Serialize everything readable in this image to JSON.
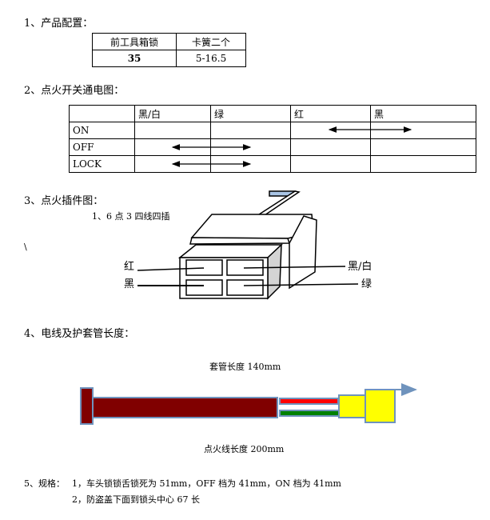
{
  "section1": {
    "title": "1、产品配置：",
    "headers": [
      "前工具箱锁",
      "卡簧二个"
    ],
    "values": [
      "35",
      "5-16.5"
    ]
  },
  "section2": {
    "title": "2、点火开关通电图：",
    "headers": [
      "",
      "黑/白",
      "绿",
      "红",
      "黑"
    ],
    "rows": [
      "ON",
      "OFF",
      "LOCK"
    ]
  },
  "section3": {
    "title": "3、点火插件图：",
    "subtitle": "1、6 点 3 四线四插",
    "backslash": "\\",
    "labels": {
      "red": "红",
      "black": "黑",
      "black_white": "黑/白",
      "green": "绿"
    }
  },
  "section4": {
    "title": "4、电线及护套管长度：",
    "sleeve_length": "套管长度 140mm",
    "wire_length": "点火线长度 200mm",
    "colors": {
      "sleeve": "#800000",
      "red_wire": "#ff0000",
      "green_wire": "#008000",
      "connector": "#ffff00",
      "outline": "#6f93bd"
    }
  },
  "section5": {
    "title": "5、规格：",
    "line1": "1，车头锁锁舌锁死为 51mm，OFF 档为 41mm，ON 档为 41mm",
    "line2": "2，防盗盖下面到锁头中心 67 长"
  }
}
